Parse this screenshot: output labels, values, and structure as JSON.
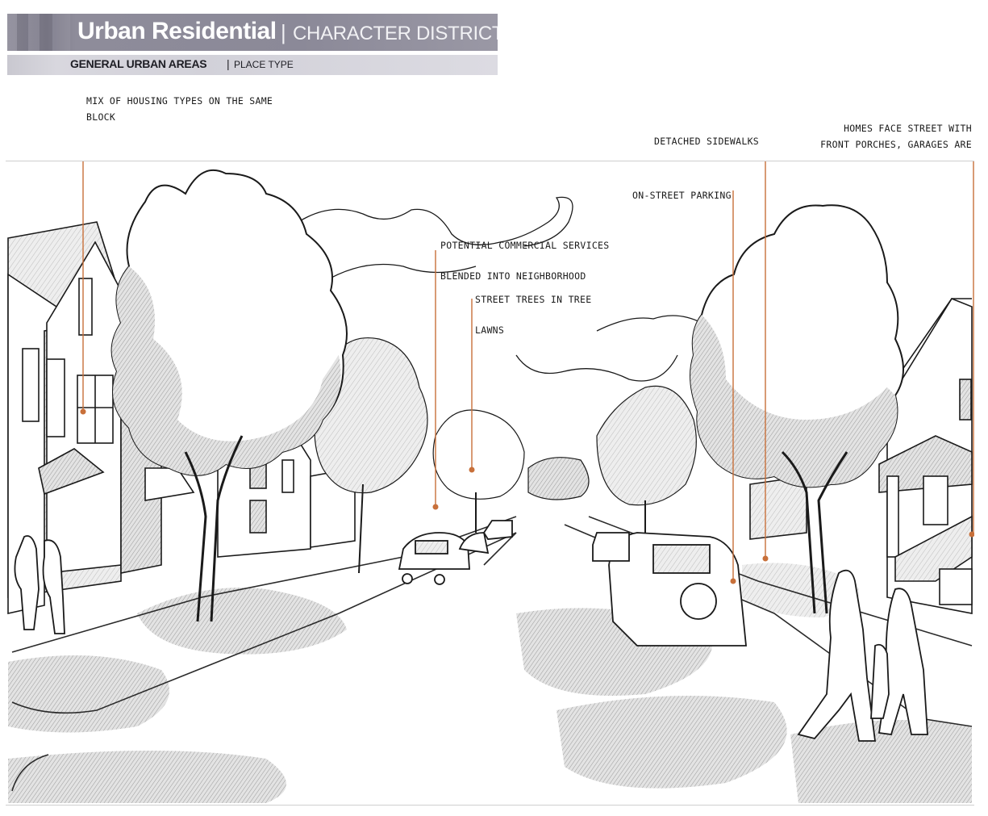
{
  "header": {
    "title": "Urban Residential",
    "separator": "|",
    "title_suffix": "CHARACTER DISTRICT",
    "subtitle": "GENERAL URBAN AREAS",
    "subtitle_separator": "|",
    "subtitle_suffix": "PLACE TYPE"
  },
  "callouts": {
    "housing_mix_line1": "MIX OF HOUSING  TYPES ON THE SAME",
    "housing_mix_line2": "BLOCK",
    "commercial_line1": "POTENTIAL  COMMERCIAL  SERVICES",
    "commercial_line2": "BLENDED  INTO  NEIGHBORHOOD",
    "trees_line1": "STREET TREES IN TREE",
    "trees_line2": "LAWNS",
    "parking": "ON-STREET  PARKING",
    "sidewalks": "DETACHED  SIDEWALKS",
    "homes_line1": "HOMES  FACE  STREET WITH",
    "homes_line2": "FRONT  PORCHES,  GARAGES  ARE"
  },
  "colors": {
    "leader": "#c8703a",
    "ink": "#1a1a1a",
    "shade": "#cfcfcf"
  }
}
